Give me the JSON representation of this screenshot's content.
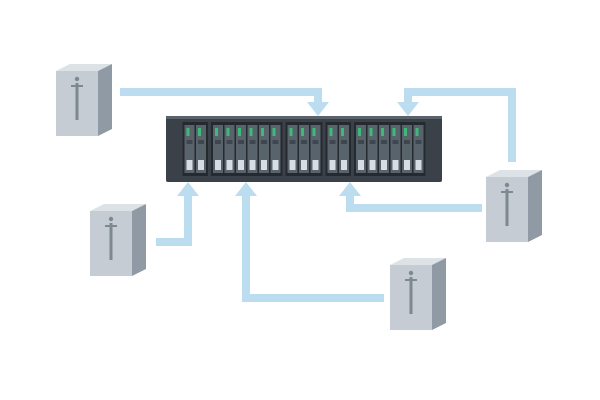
{
  "colors": {
    "background": "#ffffff",
    "connector": "#bcdcef",
    "server_front": "#c5ccd3",
    "server_side": "#8f9aa4",
    "server_top": "#dde2e6",
    "server_detail": "#7d8891",
    "array_body": "#3a4148",
    "array_bay": "#252a2f",
    "drive_face": "#59636c",
    "drive_light": "#3fb87a",
    "drive_slot": "#d7dde2"
  },
  "icons": {
    "storage": "storage-array-icon",
    "server": "tower-server-icon"
  },
  "diagram": {
    "storage_array": {
      "drive_bays": [
        2,
        6,
        3,
        2,
        6
      ]
    },
    "servers": [
      {
        "id": "server-top-left",
        "target": "storage-array"
      },
      {
        "id": "server-middle-left",
        "target": "storage-array"
      },
      {
        "id": "server-bottom-center",
        "target": "storage-array"
      },
      {
        "id": "server-right",
        "target": "storage-array"
      }
    ],
    "connection_count": 5
  }
}
